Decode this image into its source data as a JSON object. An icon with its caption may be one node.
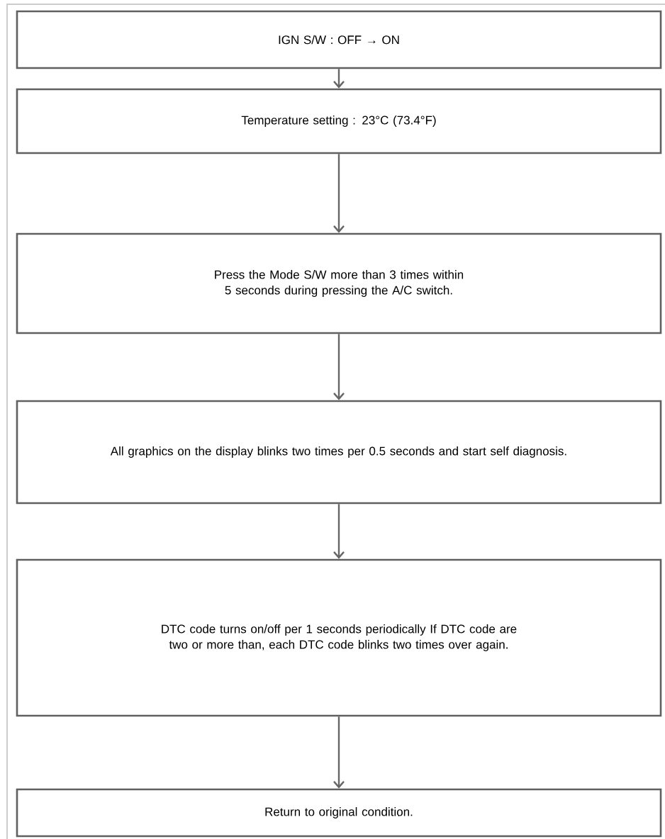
{
  "diagram": {
    "nodes": [
      {
        "text": [
          "IGN S/W : OFF → ON"
        ]
      },
      {
        "text": [
          "Temperature setting : 23°C (73.4°F)"
        ]
      },
      {
        "text": [
          "Press the Mode S/W more than 3 times within 5 seconds during pressing the A/C switch."
        ]
      },
      {
        "text": [
          "All graphics on the display blinks two times per 0.5 seconds and start self diagnosis."
        ]
      },
      {
        "text": [
          "DTC code turns on/off per 1 seconds periodically If DTC code are two or more than, each DTC code blinks two times over again."
        ]
      },
      {
        "text": [
          "Return to original condition."
        ]
      }
    ],
    "edges": [
      {
        "from": 0,
        "to": 1,
        "arrow": "to"
      },
      {
        "from": 1,
        "to": 2,
        "arrow": "to"
      },
      {
        "from": 2,
        "to": 3,
        "arrow": "to"
      },
      {
        "from": 3,
        "to": 4,
        "arrow": "to"
      },
      {
        "from": 4,
        "to": 5,
        "arrow": "to"
      }
    ]
  }
}
